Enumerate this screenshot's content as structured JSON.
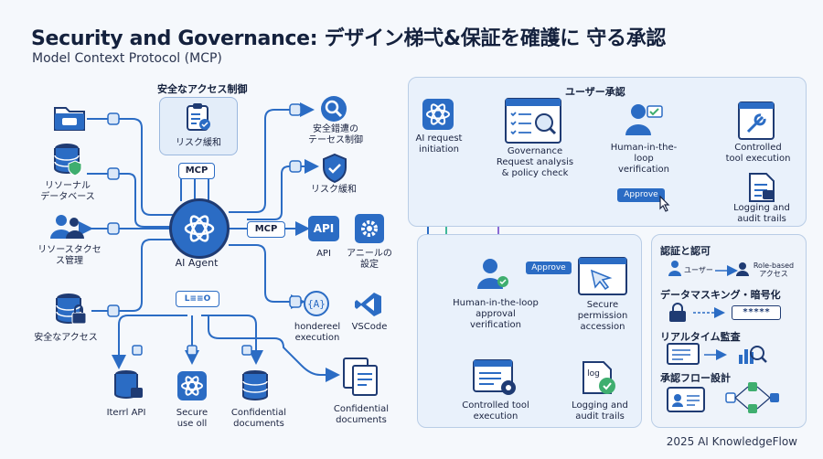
{
  "title": "Security and Governance: デザイン梯弌&保証を確護に 守る承認",
  "subtitle": "Model Context Protocol (MCP)",
  "footer": "2025 AI KnowledgeFlow",
  "left": {
    "access_control_header": "安全なアクセス制御",
    "risk_card_label": "リスク緩和",
    "mcp_top": "MCP",
    "mcp_mid": "MCP",
    "agent_label": "AI Agent",
    "resources": [
      {
        "label": "リソーナル\nデータベース",
        "icon": "database-shield-icon"
      },
      {
        "label": "リソースタクセ\nス管理",
        "icon": "users-icon"
      },
      {
        "label": "安全なアクセス",
        "icon": "database-lock-icon"
      }
    ],
    "right_items": [
      {
        "label": "安全錯遭の\nテーセス制御",
        "icon": "search-icon"
      },
      {
        "label": "リスク緩和",
        "icon": "shield-check-icon"
      }
    ],
    "api_badge": "API",
    "api_label": "API",
    "settings_label": "アニールの\n設定",
    "execution_label": "hondereel\nexecution",
    "vscode_label": "VSCode",
    "bottom_items": [
      {
        "label": "Iterrl API",
        "icon": "database-lock-icon"
      },
      {
        "label": "Secure\nuse oll",
        "icon": "ai-icon"
      },
      {
        "label": "Confidential\ndocuments",
        "icon": "database-icon"
      },
      {
        "label": "Confidential\ndocuments",
        "icon": "documents-icon"
      }
    ],
    "chip_label": "L≡≡O"
  },
  "approval": {
    "header": "ユーザー承認",
    "request": "AI request\ninitiation",
    "governance": "Governance\nRequest analysis\n& policy check",
    "human": "Human-in-the-\nloop\nverification",
    "approve_button": "Approve",
    "controlled": "Controlled\ntool execution",
    "logging": "Logging and\naudit trails"
  },
  "flow": {
    "human": "Human-in-the-loop\napproval\nverification",
    "approve_button": "Approve",
    "secure": "Secure\npermission\naccession",
    "controlled": "Controlled tool\nexecution",
    "logging": "Logging and\naudit trails",
    "log_doc": "log"
  },
  "auth": {
    "header": "認証と認可",
    "user_label": "ユーザー",
    "role_label": "Role-based\nアクセス",
    "masking_header": "データマスキング・暗号化",
    "mask_text": "*****",
    "realtime_header": "リアルタイム監査",
    "flow_header": "承認フロー設計"
  },
  "colors": {
    "primary": "#2b6cc4",
    "dark": "#1f3b73",
    "green": "#3fae6f",
    "red": "#e0556a",
    "purple": "#8a6ad6",
    "teal": "#3fb79a",
    "panel": "#e9f1fb"
  }
}
